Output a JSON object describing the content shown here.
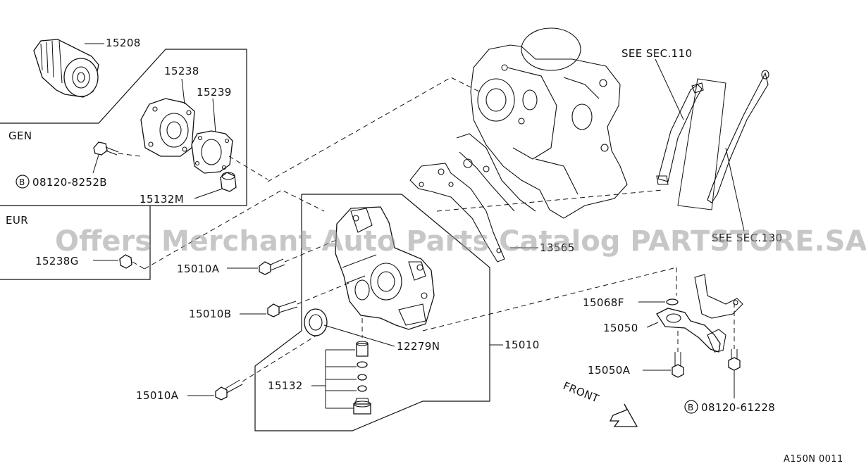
{
  "labels": {
    "p15208": "15208",
    "p15238": "15238",
    "p15239": "15239",
    "gen": "GEN",
    "b08120_8252b": "08120-8252B",
    "p15132m": "15132M",
    "eur": "EUR",
    "p15238g": "15238G",
    "p15010a_top": "15010A",
    "p15010b": "15010B",
    "p15010a_bottom": "15010A",
    "p12279n": "12279N",
    "p15010": "15010",
    "p15132": "15132",
    "p15068f": "15068F",
    "p15050": "15050",
    "p15050a": "15050A",
    "b08120_61228": "08120-61228",
    "see_sec110": "SEE SEC.110",
    "see_sec130": "SEE SEC.130",
    "p13565": "13565",
    "front": "FRONT",
    "bolt_marker_1": "B",
    "bolt_marker_2": "B",
    "ref_code": "A150N 0011"
  },
  "watermark": "Offers Merchant Auto Parts Catalog PARTSTORE.SA"
}
